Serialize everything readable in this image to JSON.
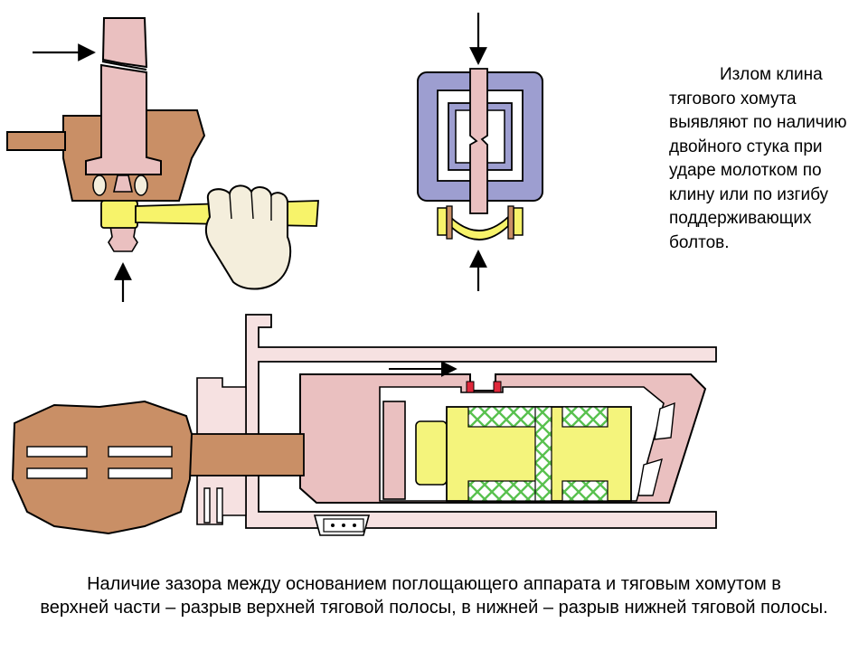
{
  "side_note": {
    "line1": "Излом клина",
    "rest": "тягового хомута выявляют по наличию двойного стука при ударе молотком по клину или по изгибу поддерживающих болтов."
  },
  "caption": {
    "line1": "Наличие зазора между основанием поглощающего аппарата и тяговым хомутом в",
    "line2": "верхней части – разрыв верхней тяговой полосы, в нижней – разрыв нижней тяговой полосы."
  },
  "colors": {
    "wedge_pink": "#eac0c0",
    "coupler_tan": "#c98f66",
    "yoke_blue": "#9d9ed0",
    "hammer_yellow": "#f7f36a",
    "glove": "#f4eedc",
    "absorber_yellow": "#f4f47c",
    "spring_green": "#59c14f",
    "gap_red": "#e0283b"
  },
  "icons": [
    "arrow-icon",
    "hammer-icon",
    "hand-icon"
  ]
}
